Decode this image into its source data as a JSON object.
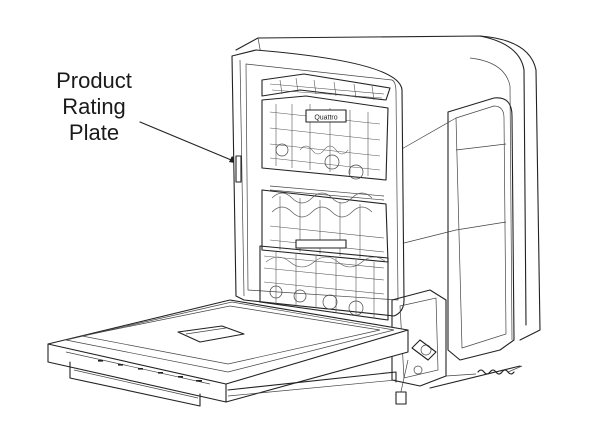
{
  "callout": {
    "lines": [
      "Product",
      "Rating",
      "Plate"
    ],
    "pointer_color": "#222222"
  },
  "figure": {
    "subject": "dishwasher-open-door",
    "rack_label": "Quattro",
    "line_color": "#222222",
    "background": "#ffffff"
  }
}
